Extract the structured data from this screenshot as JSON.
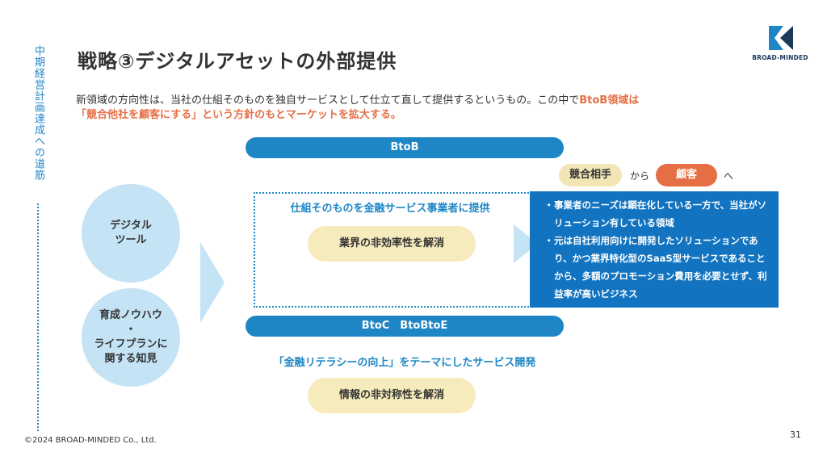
{
  "sidebar": {
    "label": "中期経営計画達成への道筋"
  },
  "title": "戦略③デジタルアセットの外部提供",
  "logo": {
    "text": "BROAD-MINDED"
  },
  "intro": {
    "text_plain": "新領域の方向性は、当社の仕組そのものを独自サービスとして仕立て直して提供するというもの。この中で",
    "text_highlight_1": "BtoB領域は",
    "text_highlight_2": "「競合他社を顧客にする」という方針のもとマーケットを拡大する。"
  },
  "btob": {
    "bar_label": "BtoB",
    "competitor_pill": "競合相手",
    "from_text": "から",
    "customer_pill": "顧客",
    "to_text": "へ",
    "box_title": "仕組そのものを金融サービス事業者に提供",
    "issue_pill": "業界の非効率性を解消",
    "bullets": [
      {
        "mark": "・",
        "text": "事業者のニーズは顕在化している一方で、当社がソリューション有している領域"
      },
      {
        "mark": "・",
        "text": "元は自社利用向けに開発したソリューションであり、かつ業界特化型のSaaS型サービスであることから、多額のプロモーション費用を必要とせず、利益率が高いビジネス"
      }
    ]
  },
  "assets": {
    "circle_1": {
      "line1": "デジタル",
      "line2": "ツール"
    },
    "circle_2": {
      "line1": "育成ノウハウ",
      "line2": "・",
      "line3": "ライフプランに",
      "line4": "関する知見"
    }
  },
  "btoc": {
    "bar_label": "BtoC　BtoBtoE",
    "title": "「金融リテラシーの向上」をテーマにしたサービス開発",
    "issue_pill": "情報の非対称性を解消"
  },
  "footer": {
    "copyright": "©2024 BROAD-MINDED Co., Ltd.",
    "page": "31"
  },
  "colors": {
    "brand_blue": "#1f86c6",
    "dark_blue": "#1274c0",
    "accent_orange": "#e66e45",
    "cream": "#f6ebbc",
    "light_blue": "#c4e3f5"
  }
}
